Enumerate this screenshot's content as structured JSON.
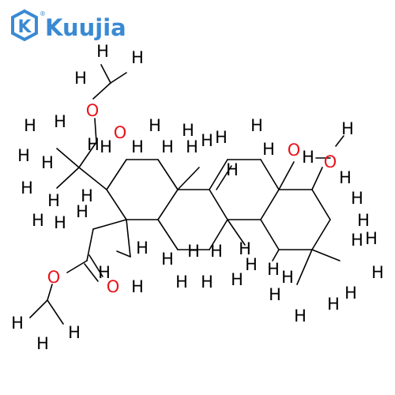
{
  "watermark": {
    "text": "Kuujia",
    "registered": "®",
    "logo_letter": "K",
    "color": "#3a8ad3"
  },
  "molecule": {
    "bond_color": "#000000",
    "hydrogen_color": "#000000",
    "oxygen_color": "#e8141b",
    "atoms": {
      "hydrogen": "H",
      "oxygen": "O"
    },
    "hydroxyl_label": "O"
  }
}
